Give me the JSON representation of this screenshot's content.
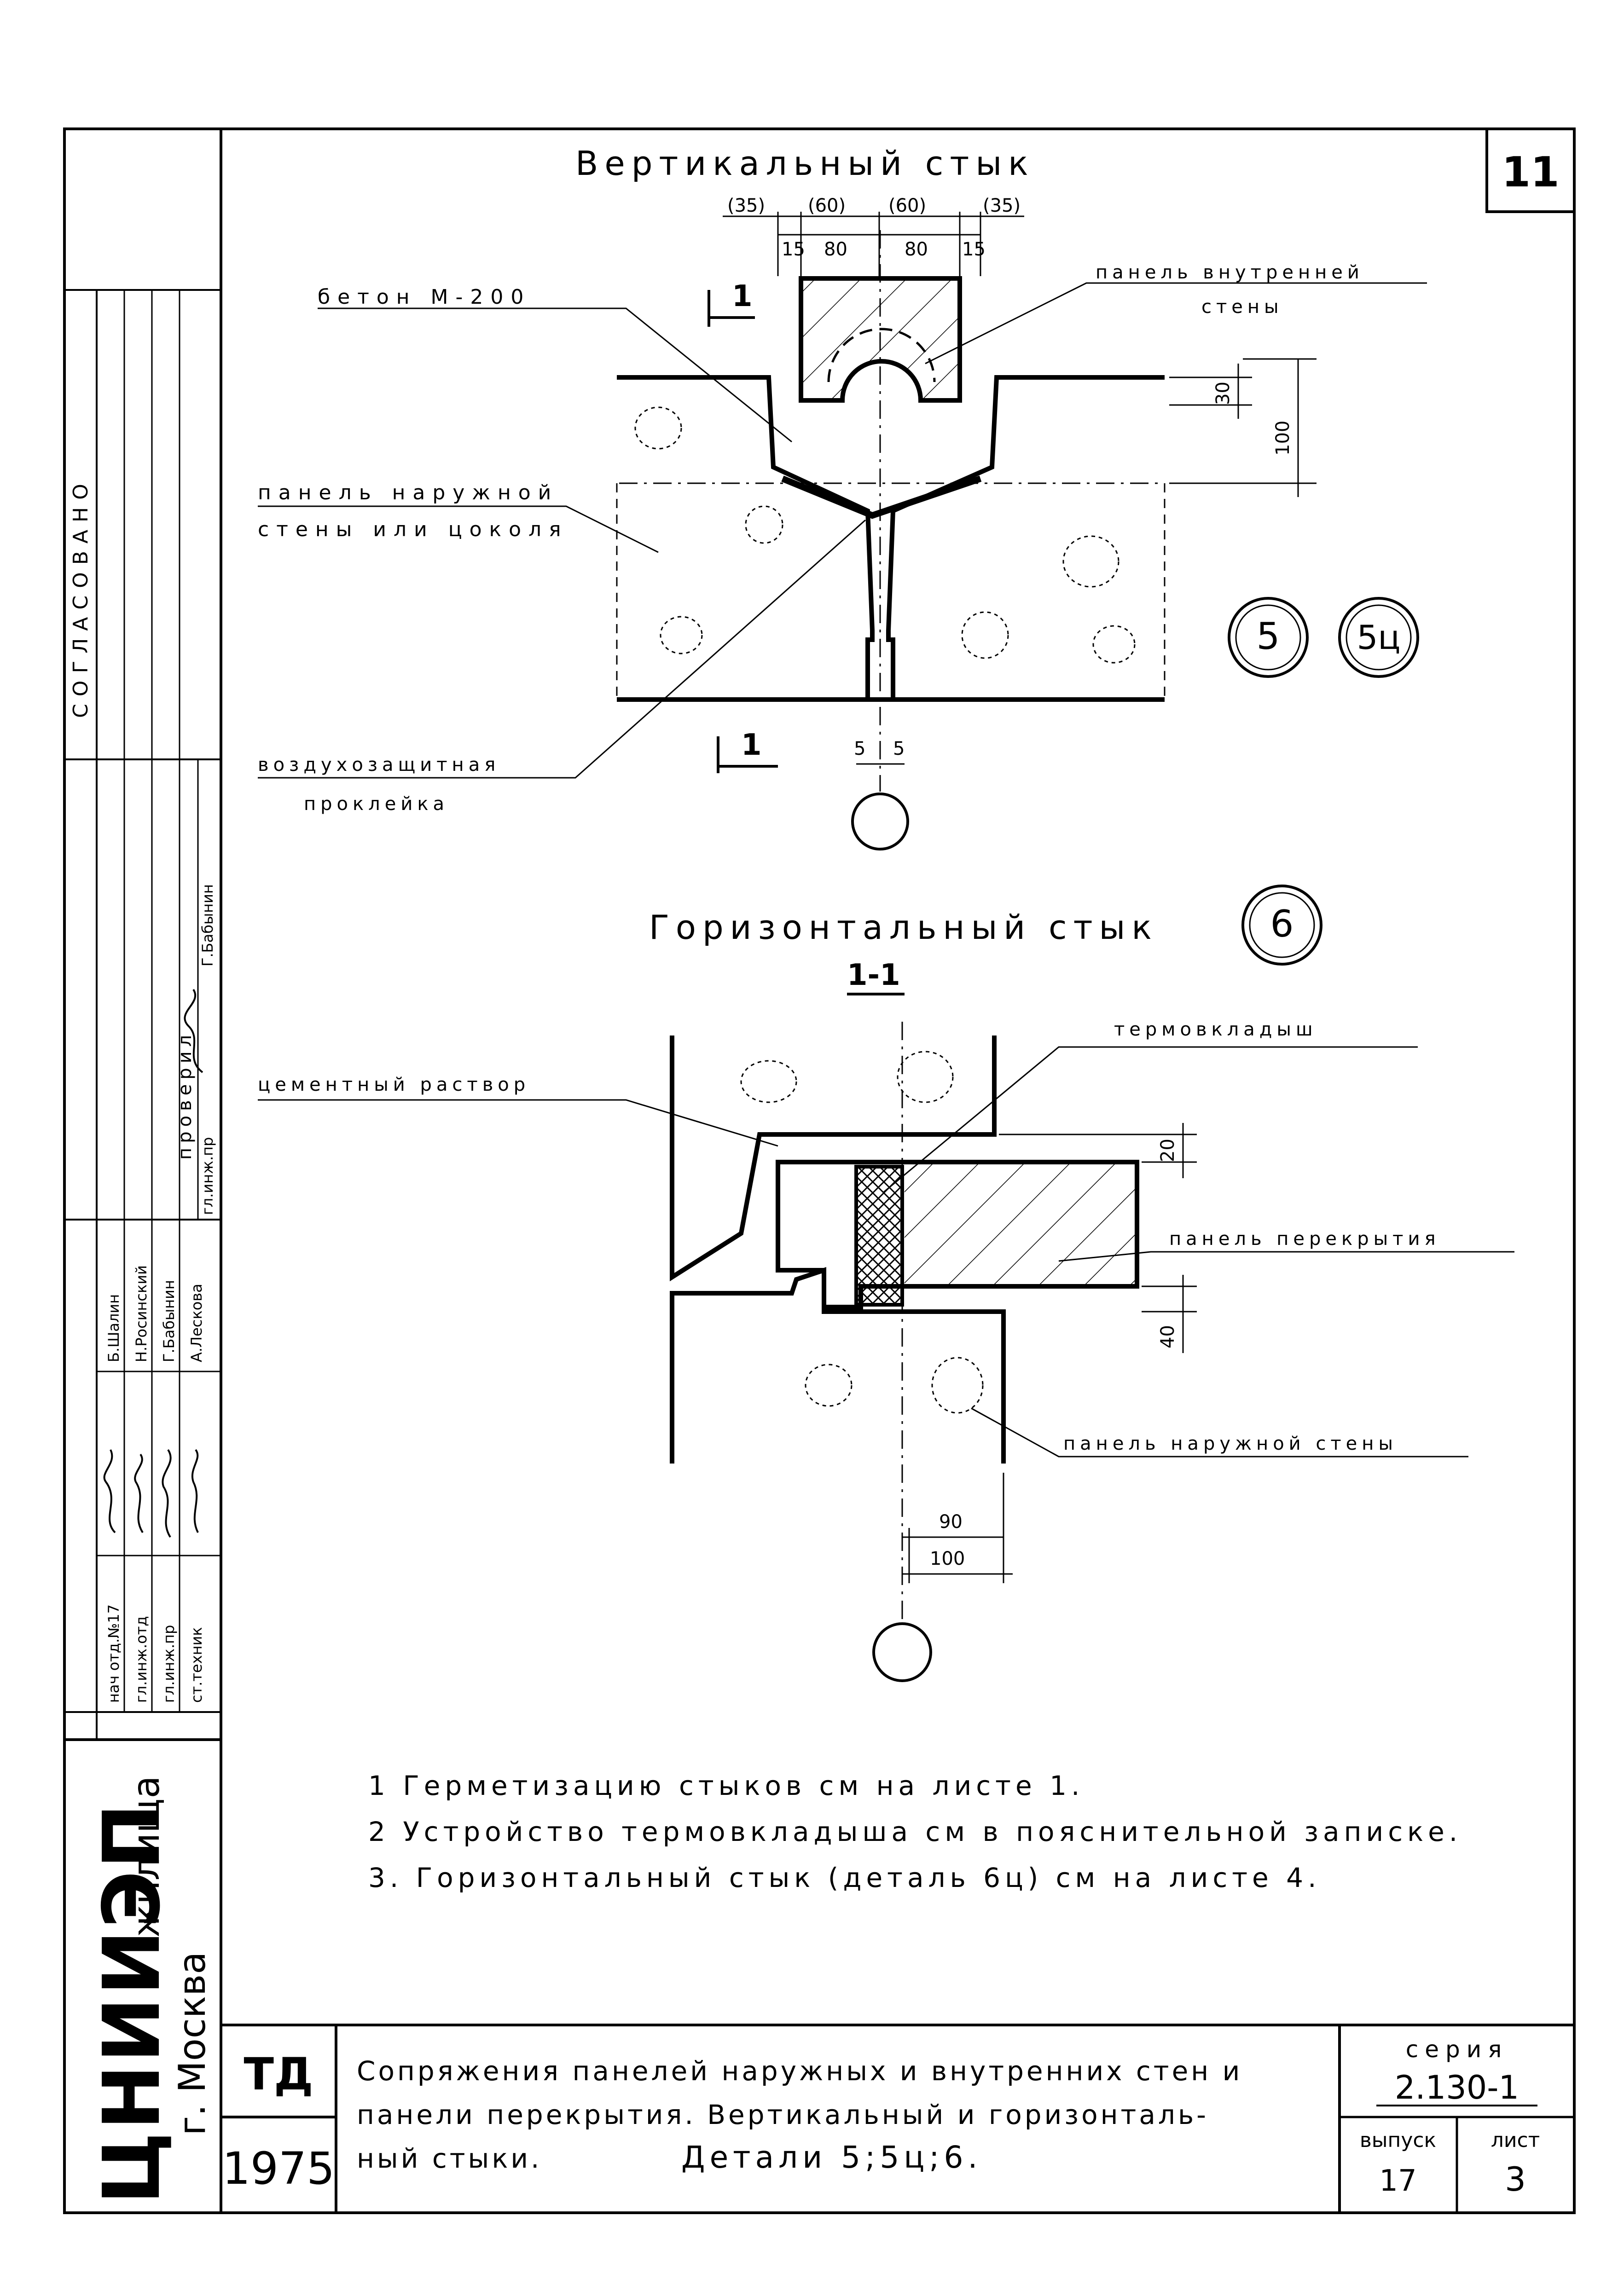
{
  "sheet_number": "11",
  "vertical_joint": {
    "title": "Вертикальный стык",
    "dims_top": [
      "(35)",
      "(60)",
      "(60)",
      "(35)"
    ],
    "dims_inner": [
      "15",
      "80",
      "80",
      "15"
    ],
    "label_concrete": "бетон М-200",
    "label_inner_panel_1": "панель внутренней",
    "label_inner_panel_2": "стены",
    "label_outer_panel_1": "панель наружной",
    "label_outer_panel_2": "стены или цоколя",
    "label_air_1": "воздухозащитная",
    "label_air_2": "проклейка",
    "section_mark": "1",
    "dim_30": "30",
    "dim_100": "100",
    "dim_gap": [
      "5",
      "5"
    ],
    "detail_marks": [
      "5",
      "5ц"
    ]
  },
  "horizontal_joint": {
    "title": "Горизонтальный стык",
    "section_title": "1-1",
    "detail_mark": "6",
    "label_thermo": "термовкладыш",
    "label_cement": "цементный раствор",
    "label_floor": "панель перекрытия",
    "label_outer": "панель наружной стены",
    "dim_20": "20",
    "dim_40": "40",
    "dim_90": "90",
    "dim_100": "100"
  },
  "notes": [
    "1 Герметизацию стыков см на листе 1.",
    "2 Устройство термовкладыша см в пояснительной записке.",
    "3. Горизонтальный стык (деталь 6ц) см на листе 4."
  ],
  "sidebar": {
    "agreed": "СОГЛАСОВАНО",
    "checked": "проверил",
    "checker_role": "гл.инж.пр",
    "checker_name": "Г.Бабынин",
    "roles": [
      "нач отд.№17",
      "гл.инж.отд",
      "гл.инж.пр",
      "ст.техник"
    ],
    "names": [
      "Б.Шалин",
      "Н.Росинский",
      "Г.Бабынин",
      "А.Лескова"
    ],
    "org": "ЦНИИЭП",
    "org_suffix": "жилища",
    "city": "г. Москва"
  },
  "title_block": {
    "code": "ТД",
    "year": "1975",
    "desc_1": "Сопряжения панелей наружных и внутренних стен и",
    "desc_2": "панели перекрытия. Вертикальный и горизонталь-",
    "desc_3": "ный стыки.",
    "desc_details": "Детали 5;5ц;6.",
    "series_label": "серия",
    "series": "2.130-1",
    "issue_label": "выпуск",
    "issue": "17",
    "sheet_label": "лист",
    "sheet": "3"
  }
}
